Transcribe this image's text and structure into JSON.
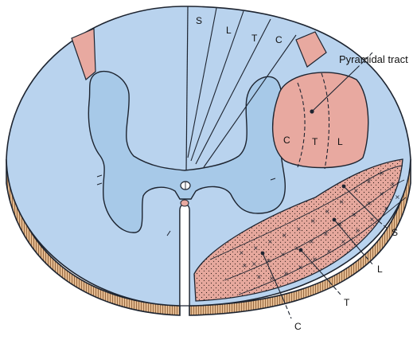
{
  "colors": {
    "white_matter": "#b9d3ee",
    "gray_matter": "#a7c9e8",
    "outline": "#1d2430",
    "tract_fill": "#e8a9a0",
    "tract_pink_wedge": "#eda8a0",
    "rim_stripes": "#c9986e",
    "rim_base": "#e2b98f"
  },
  "labels": {
    "pyramidal_tract": "Pyramidal tract",
    "dorsal_s": "S",
    "dorsal_l": "L",
    "dorsal_t": "T",
    "dorsal_c": "C",
    "pyr_c": "C",
    "pyr_t": "T",
    "pyr_l": "L",
    "spino_s": "S",
    "spino_l": "L",
    "spino_t": "T",
    "spino_c": "C"
  }
}
